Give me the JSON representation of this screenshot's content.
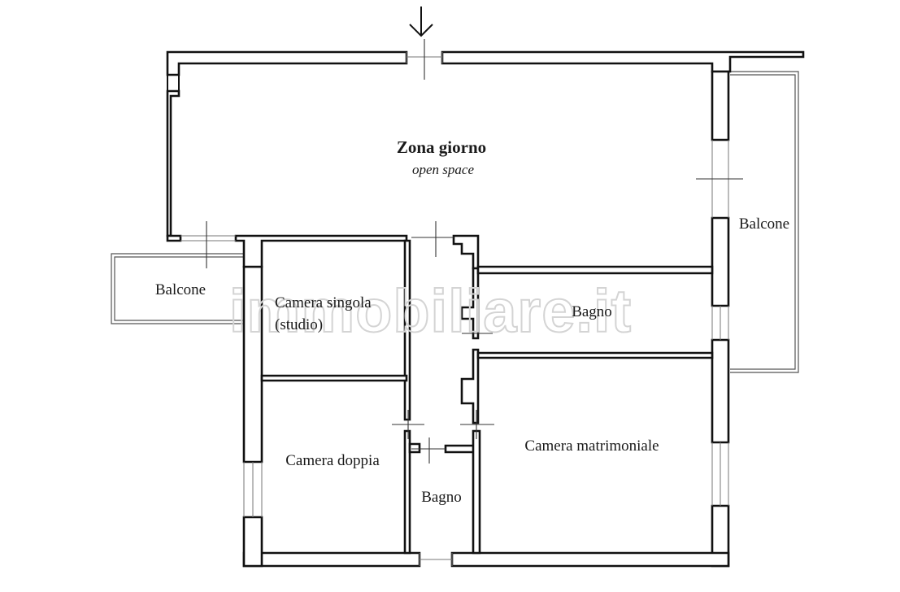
{
  "rooms": {
    "living_title": "Zona giorno",
    "living_subtitle": "open space",
    "balcony_right": "Balcone",
    "balcony_left": "Balcone",
    "single_room_line1": "Camera singola",
    "single_room_line2": "(studio)",
    "bathroom_upper": "Bagno",
    "double_room": "Camera doppia",
    "bathroom_lower": "Bagno",
    "master_bedroom": "Camera matrimoniale"
  },
  "watermark": "immobiliare.it",
  "entrance_icon": "arrow-down-icon",
  "colors": {
    "wall": "#111111",
    "background": "#ffffff",
    "watermark": "#d4d4d4"
  }
}
